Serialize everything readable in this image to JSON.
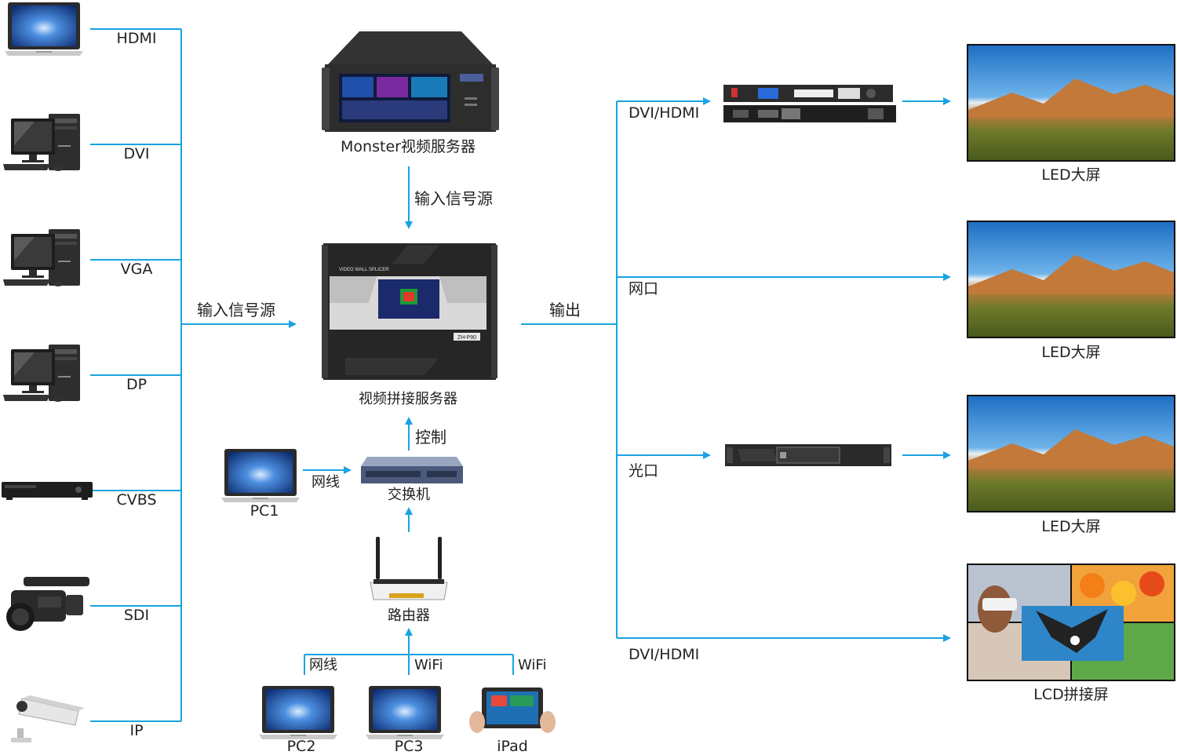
{
  "colors": {
    "line": "#1aa3e0",
    "text": "#222222",
    "device_dark": "#2b2b2b",
    "screen_blue": "#1f4fa8"
  },
  "inputs": {
    "sources": [
      "HDMI",
      "DVI",
      "VGA",
      "DP",
      "CVBS",
      "SDI",
      "IP"
    ],
    "source_icons": [
      "laptop-icon",
      "desktop-pc-icon",
      "desktop-pc-icon",
      "desktop-pc-icon",
      "dvd-player-icon",
      "video-camera-icon",
      "security-camera-icon"
    ],
    "label": "输入信号源"
  },
  "monster": {
    "label": "Monster视频服务器",
    "arrow_label": "输入信号源"
  },
  "splicer": {
    "label": "视频拼接服务器",
    "panel_text": "VIDEO WALL SPLICER",
    "model": "ZH-P90"
  },
  "output": {
    "label": "输出"
  },
  "control": {
    "label": "控制"
  },
  "switch": {
    "label": "交换机"
  },
  "pc1": {
    "label": "PC1",
    "link_label": "网线"
  },
  "router": {
    "label": "路由器"
  },
  "clients": [
    {
      "label": "PC2",
      "link": "网线"
    },
    {
      "label": "PC3",
      "link": "WiFi"
    },
    {
      "label": "iPad",
      "link": "WiFi"
    }
  ],
  "outputs": [
    {
      "link": "DVI/HDMI",
      "screen": "LED大屏"
    },
    {
      "link": "网口",
      "screen": "LED大屏"
    },
    {
      "link": "光口",
      "screen": "LED大屏"
    },
    {
      "link": "DVI/HDMI",
      "screen": "LCD拼接屏"
    }
  ]
}
